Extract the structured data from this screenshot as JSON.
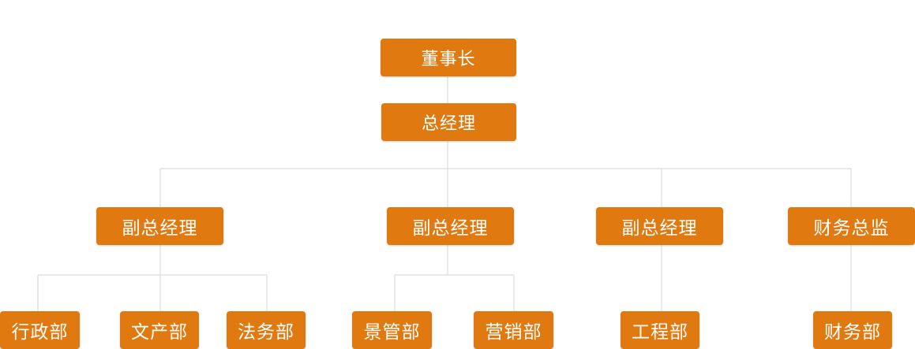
{
  "org_chart": {
    "chairman": "董事长",
    "general_manager": "总经理",
    "deputy_general_managers": [
      "副总经理",
      "副总经理",
      "副总经理"
    ],
    "cfo": "财务总监",
    "departments": {
      "vp1": [
        "行政部",
        "文产部",
        "法务部"
      ],
      "vp2": [
        "景管部",
        "营销部"
      ],
      "vp3": [
        "工程部"
      ],
      "cfo": [
        "财务部"
      ]
    }
  },
  "colors": {
    "node_fill": "#e07a10",
    "node_text": "#ffffff",
    "connector": "#d6d6d6"
  }
}
